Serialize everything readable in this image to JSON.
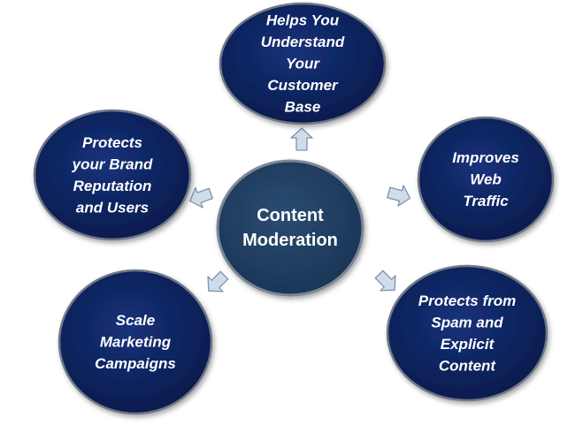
{
  "diagram": {
    "center": {
      "lines": [
        "Content",
        "Moderation"
      ],
      "fill": "#1f3d5f"
    },
    "nodes": [
      {
        "id": "top",
        "lines": [
          "Helps You",
          "Understand",
          "Your",
          "Customer",
          "Base"
        ]
      },
      {
        "id": "right-top",
        "lines": [
          "Improves",
          "Web",
          "Traffic"
        ]
      },
      {
        "id": "right-bottom",
        "lines": [
          "Protects from",
          "Spam and",
          "Explicit",
          "Content"
        ]
      },
      {
        "id": "left-bottom",
        "lines": [
          "Scale",
          "Marketing",
          "Campaigns"
        ]
      },
      {
        "id": "left-top",
        "lines": [
          "Protects",
          "your Brand",
          "Reputation",
          "and Users"
        ]
      }
    ],
    "colors": {
      "node_fill": "#0c2461",
      "node_stroke": "#6e7888",
      "center_stroke": "#7c8796",
      "arrow_fill": "#cfdcea",
      "arrow_stroke": "#7f93ad",
      "text": "#ffffff"
    }
  }
}
